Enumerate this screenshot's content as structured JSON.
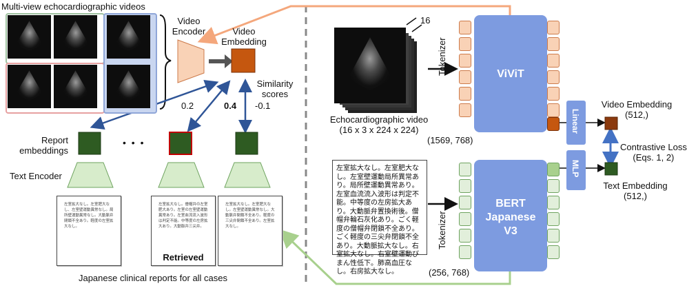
{
  "left_panel": {
    "videos_title": "Multi-view echocardiographic videos",
    "video_encoder": [
      "Video",
      "Encoder"
    ],
    "video_embedding": [
      "Video",
      "Embedding"
    ],
    "similarity_scores": [
      "Similarity",
      "scores"
    ],
    "scores": [
      "0.2",
      "0.4",
      "-0.1"
    ],
    "report_embeddings": [
      "Report",
      "embeddings"
    ],
    "ellipsis": "• • •",
    "text_encoder": "Text Encoder",
    "retrieved": "Retrieved",
    "caption": "Japanese clinical reports for all cases",
    "report_samples": [
      "左室拡大なし。左室肥大なし、左室壁運動異常なし。局所壁運動異常なし。大動脈弁閉鎖不全あり。軽度の左室拡大なし。",
      "左室拡大なし。僧帽弁の左室肥大あり。左室の左室壁運動異常あり。左室血流流入波形は判定不能。中等度の左房拡大あり。大動脈弁三尖弁。",
      "左室拡大なし。左室肥大なし。左室壁運動異常なし。大動脈弁閉鎖不全あり。軽度の三尖弁閉鎖不全あり。左室拡大なし。"
    ]
  },
  "right_panel": {
    "frames_count": "16",
    "tokenizer": "Tokenizer",
    "vivit": "ViViT",
    "echo_video_label": [
      "Echocardiographic video",
      "(16 x 3 x 224 x 224)"
    ],
    "video_tokens_shape": "(1569, 768)",
    "linear": "Linear",
    "mlp": "MLP",
    "video_embedding": [
      "Video Embedding",
      "(512,)"
    ],
    "contrastive_loss": [
      "Contrastive Loss",
      "(Eqs. 1, 2)"
    ],
    "text_embedding": [
      "Text Embedding",
      "(512,)"
    ],
    "bert": [
      "BERT",
      "Japanese",
      "V3"
    ],
    "text_tokens_shape": "(256, 768)",
    "report_text": "左室拡大なし。左室肥大なし。左室壁運動局所異常あり。局所壁運動異常あり。左室血流流入波形は判定不能。中等度の左房拡大あり。大動脈弁置換術後。僧帽弁輪石灰化あり。ごく軽度の僧帽弁閉鎖不全あり。ごく軽度の三尖弁閉鎖不全あり。大動脈拡大なし。右室拡大なし。右室壁運動びまん性低下。肺高血圧なし。右房拡大なし。"
  },
  "colors": {
    "video_path": "#f4a77c",
    "text_path": "#a8d08d",
    "model_block": "#7d9be0",
    "blue_arrow": "#2f5597",
    "video_embedding": "#c5570f",
    "text_embedding": "#2e5b22"
  }
}
